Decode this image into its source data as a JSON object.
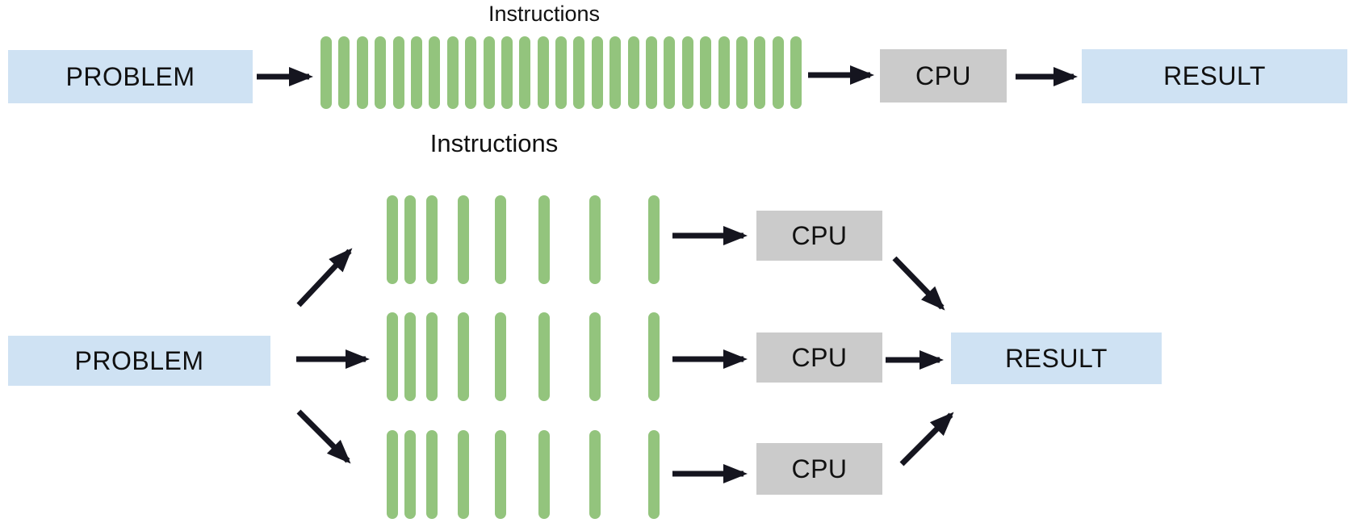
{
  "colors": {
    "background": "#ffffff",
    "problem_result_box": "#cfe2f3",
    "cpu_box": "#cbcbcb",
    "instruction_bar": "#93c47d",
    "arrow": "#15151f",
    "text": "#111111"
  },
  "serial_flow": {
    "instructions_label": "Instructions",
    "problem": "PROBLEM",
    "cpu": "CPU",
    "result": "RESULT",
    "instruction_bar_count": 27
  },
  "parallel_flow": {
    "instructions_label": "Instructions",
    "problem": "PROBLEM",
    "result": "RESULT",
    "streams": [
      {
        "cpu": "CPU",
        "instruction_bar_count": 8
      },
      {
        "cpu": "CPU",
        "instruction_bar_count": 8
      },
      {
        "cpu": "CPU",
        "instruction_bar_count": 8
      }
    ]
  }
}
